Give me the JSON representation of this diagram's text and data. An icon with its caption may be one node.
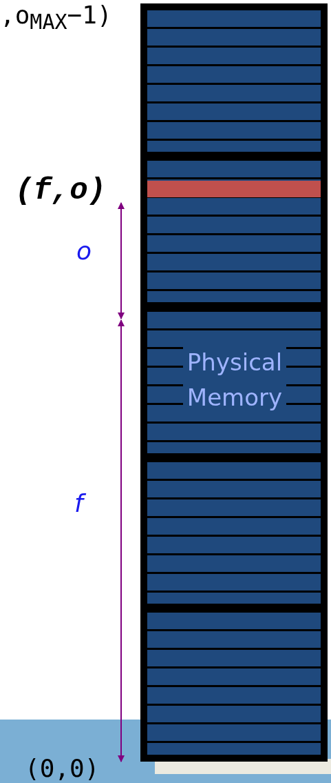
{
  "diagram": {
    "nodes": [
      {
        "text": [],
        "shape": "box"
      },
      {
        "text": [],
        "shape": "box",
        "in": 0
      },
      {
        "text": [],
        "shape": "box",
        "in": 0
      },
      {
        "text": [
          "Physical Memory"
        ],
        "in": 0
      },
      {
        "text": [],
        "shape": "box",
        "in": 0
      },
      {
        "text": [],
        "shape": "box",
        "in": 0
      }
    ],
    "labels": [
      ",o$_{MAX}$−1)",
      "(f,o)",
      "o",
      "f",
      "(0,0)"
    ]
  }
}
